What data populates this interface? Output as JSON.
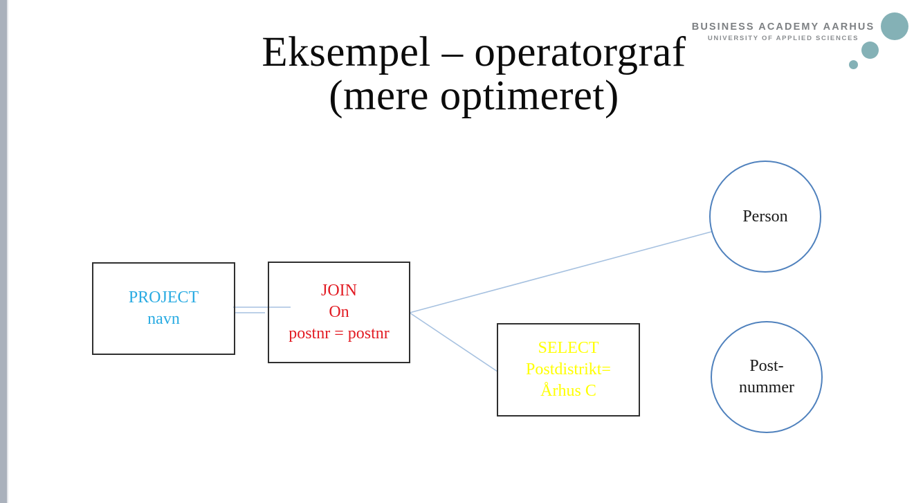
{
  "slide": {
    "title_line1": "Eksempel – operatorgraf",
    "title_line2": "(mere optimeret)"
  },
  "logo": {
    "name_line": "BUSINESS ACADEMY AARHUS",
    "sub_line": "UNIVERSITY OF APPLIED SCIENCES",
    "dot_icon": "teal-circle-icon"
  },
  "diagram": {
    "nodes": [
      {
        "id": "project",
        "type": "box",
        "lines": [
          "PROJECT",
          "navn"
        ],
        "text_color": "#29abe2"
      },
      {
        "id": "join",
        "type": "box",
        "lines": [
          "JOIN",
          "On",
          "postnr = postnr"
        ],
        "text_color": "#e21b23"
      },
      {
        "id": "select",
        "type": "box",
        "lines": [
          "SELECT",
          "Postdistrikt=",
          "Århus C"
        ],
        "text_color": "#ffff00"
      },
      {
        "id": "person",
        "type": "circle",
        "lines": [
          "Person"
        ],
        "text_color": "#1a1a1a"
      },
      {
        "id": "postnummer",
        "type": "circle",
        "lines": [
          "Post-",
          "nummer"
        ],
        "text_color": "#1a1a1a"
      }
    ],
    "edges": [
      {
        "from": "project",
        "to": "join",
        "style": "double-parallel-line"
      },
      {
        "from": "join",
        "to": "person"
      },
      {
        "from": "join",
        "to": "select"
      }
    ]
  },
  "colors": {
    "background": "#ffffff",
    "left_bar": "#aab1bc",
    "title_text": "#0b0b0b",
    "box_border": "#2f2f2f",
    "circle_border": "#4f81bd",
    "connector_line": "#a6c1e0",
    "project_text": "#29abe2",
    "join_text": "#e21b23",
    "select_text": "#ffff00",
    "logo_teal": "#84b1b6",
    "logo_text_gray": "#7d8083"
  }
}
